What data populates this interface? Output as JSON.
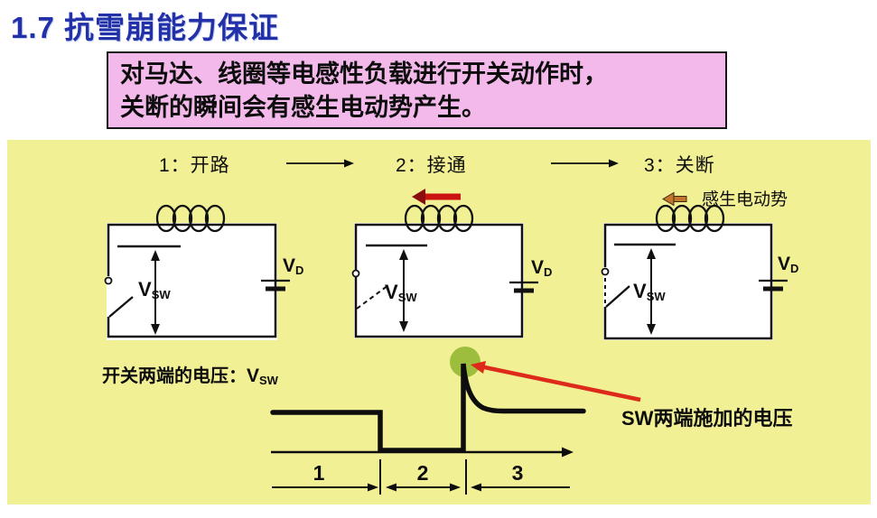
{
  "title": "1.7 抗雪崩能力保证",
  "intro_box": {
    "line1": "对马达、线圈等电感性负载进行开关动作时，",
    "line2": "关断的瞬间会有感生电动势产生。"
  },
  "steps": [
    {
      "label": "1：开路"
    },
    {
      "label": "2：接通"
    },
    {
      "label": "3：关断"
    }
  ],
  "circuit_labels": {
    "vsw_v": "V",
    "vsw_sub": "SW",
    "vd_v": "V",
    "vd_sub": "D",
    "emf": "感生电动势"
  },
  "waveform": {
    "caption_prefix": "开关两端的电压：",
    "caption_v": "V",
    "caption_sub": "SW",
    "annotation": "SW两端施加的电压",
    "segments": [
      "1",
      "2",
      "3"
    ]
  },
  "colors": {
    "title_blue": "#2231A8",
    "intro_pink": "#F3B9EA",
    "panel_yellow": "#F2F094",
    "current_arrow_red": "#CC1111",
    "emf_arrow_orange": "#C4762E",
    "pointer_red": "#DD2A1A",
    "spike_marker_green": "#9CBE3C"
  }
}
